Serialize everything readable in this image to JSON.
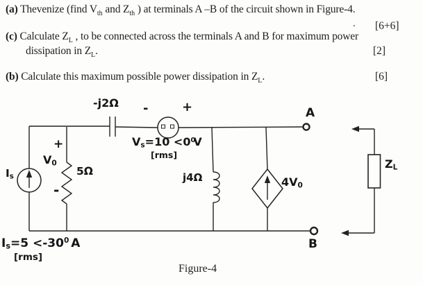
{
  "problem": {
    "a": {
      "tag": "(a)",
      "t1": " Thevenize (find V",
      "sub1": "th",
      "t2": " and Z",
      "sub2": "th",
      "t3": " ) at terminals A –B of  the circuit shown in Figure-4.",
      "dot": ".",
      "marks": "[6+6]"
    },
    "c": {
      "tag": "(c)",
      "t1": " Calculate Z",
      "sub1": "L",
      "t2": " , to be connected across the terminals A  and B for maximum power",
      "line2": "dissipation in Z",
      "sub2": "L",
      "t3": ".",
      "marks": "[2]"
    },
    "b": {
      "tag": "(b)",
      "t1": " Calculate this maximum possible power dissipation in Z",
      "sub1": "L",
      "t2": ".",
      "marks": "[6]"
    }
  },
  "circuit": {
    "capacitor": {
      "label": "-j2Ω"
    },
    "vsource": {
      "minus": "-",
      "plus": "+",
      "name": "V",
      "name_sub": "s",
      "value": "=10 <0",
      "degree": "0",
      "unit": "V",
      "rms": "[rms]"
    },
    "isource": {
      "name": "I",
      "name_sub": "s",
      "eq": "=5 <-30",
      "degree": "0",
      "unit": "A",
      "rms": "[rms]"
    },
    "resistor": {
      "plus": "+",
      "minus": "-",
      "v_name": "V",
      "v_sub": "0",
      "value": "5Ω"
    },
    "inductor": {
      "label": "j4Ω"
    },
    "dependent_source": {
      "label": "4V",
      "label_sub": "0"
    },
    "load": {
      "name": "Z",
      "name_sub": "L"
    },
    "terminals": {
      "a": "A",
      "b": "B"
    },
    "caption": "Figure-4"
  }
}
